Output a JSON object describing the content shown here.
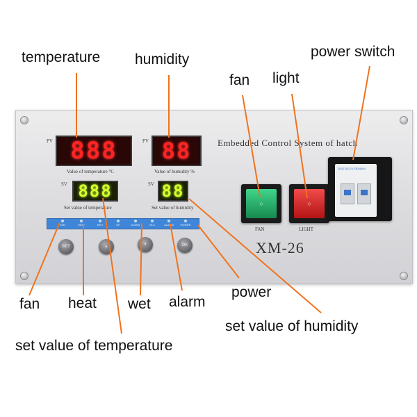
{
  "panel": {
    "system_title": "Embedded Control System of hatch",
    "model": "XM-26",
    "pv_tag": "PV",
    "sv_tag": "SV",
    "temp_pv_caption": "Value of temperature  °C",
    "hum_pv_caption": "Value of humidity  %",
    "temp_sv_caption": "Set value of temperature",
    "hum_sv_caption": "Set value of humidity",
    "temp_pv_digits": "888",
    "hum_pv_digits": "88",
    "temp_sv_digits": "888",
    "hum_sv_digits": "88",
    "indicators": [
      "FAN",
      "HEAT",
      "WET",
      "UP",
      "DOWN",
      "RLC",
      "ALARM",
      "POWER"
    ],
    "buttons": {
      "set": "SET",
      "up": "▲",
      "down": "▼",
      "ok": "OK"
    },
    "switches": {
      "fan": "FAN",
      "light": "LIGHT"
    },
    "breaker_label": "DZ47-63 C6 230/400V",
    "colors": {
      "fan_switch": "#1ea760",
      "light_switch": "#d11b1b",
      "indicator_strip": "#3f86d8",
      "display_red": "#ff2424",
      "display_green": "#d8ff2c",
      "callout_line": "#f0721e"
    }
  },
  "callouts": {
    "temperature": "temperature",
    "humidity": "humidity",
    "fan_top": "fan",
    "light": "light",
    "power_switch": "power switch",
    "fan_bottom": "fan",
    "heat": "heat",
    "wet": "wet",
    "alarm": "alarm",
    "power": "power",
    "set_value_humidity": "set value of humidity",
    "set_value_temperature": "set value of temperature"
  }
}
